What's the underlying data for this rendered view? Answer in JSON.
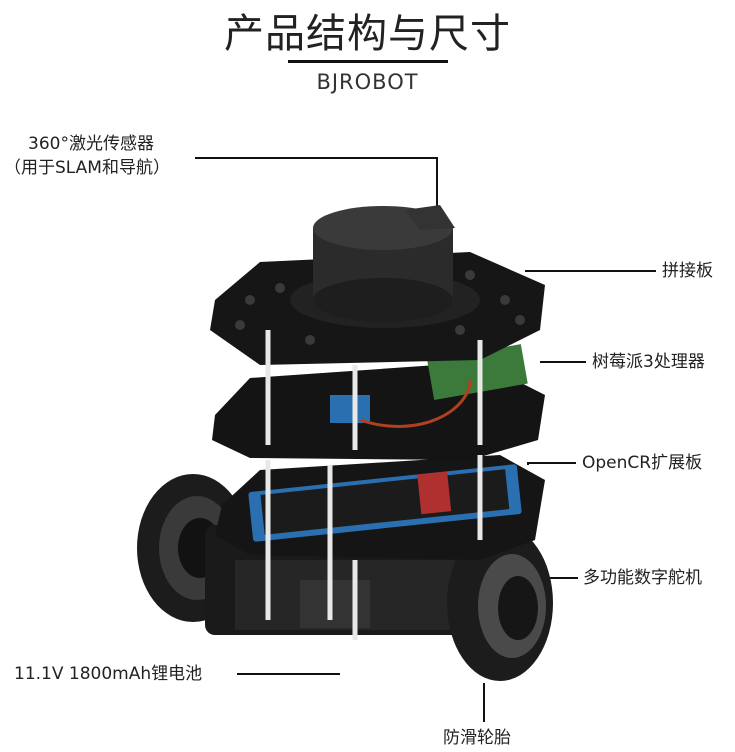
{
  "header": {
    "title": "产品结构与尺寸",
    "brand": "BJROBOT"
  },
  "labels": {
    "lidar_line1": "360°激光传感器",
    "lidar_line2": "（用于SLAM和导航）",
    "plate": "拼接板",
    "raspberry": "树莓派3处理器",
    "opencr": "OpenCR扩展板",
    "servo": "多功能数字舵机",
    "battery": "11.1V 1800mAh锂电池",
    "tire": "防滑轮胎"
  },
  "colors": {
    "plate": "#161616",
    "lidar": "#2b2b2b",
    "board_green": "#3b7a3a",
    "board_blue": "#2a6fb0",
    "wheel": "#1c1c1c"
  }
}
